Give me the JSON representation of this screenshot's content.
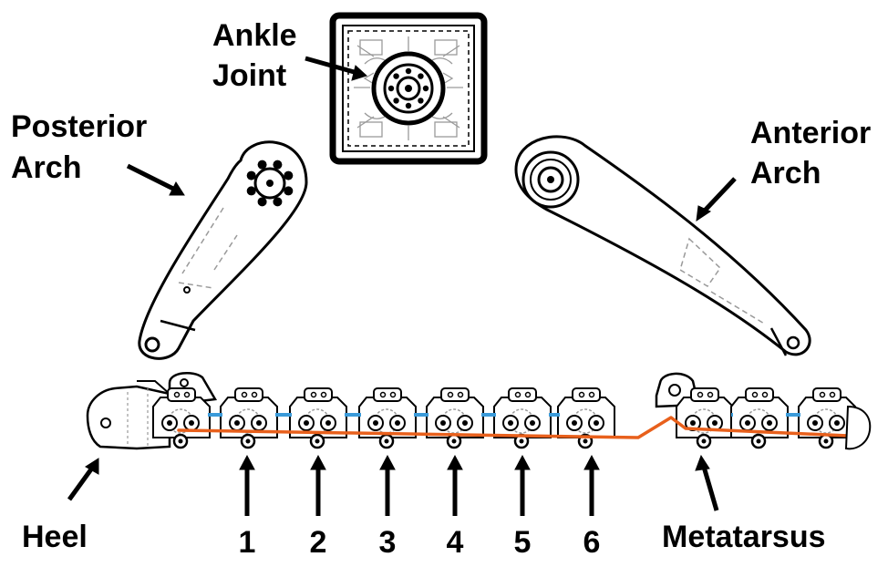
{
  "labels": {
    "ankle_line1": "Ankle",
    "ankle_line2": "Joint",
    "posterior_line1": "Posterior",
    "posterior_line2": "Arch",
    "anterior_line1": "Anterior",
    "anterior_line2": "Arch",
    "heel": "Heel",
    "metatarsus": "Metatarsus"
  },
  "segments": [
    "1",
    "2",
    "3",
    "4",
    "5",
    "6"
  ],
  "colors": {
    "cable": "#e8601c",
    "spring": "#3a9ad9",
    "ink": "#000000",
    "detail": "#9a9a9a"
  }
}
